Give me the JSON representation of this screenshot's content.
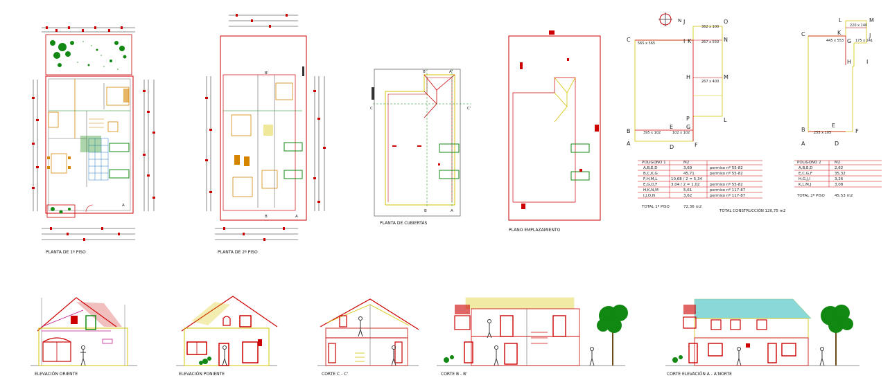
{
  "drawings": {
    "plan1_title": "PLANTA DE 1º PISO",
    "plan2_title": "PLANTA DE 2º PISO",
    "roof_title": "PLANTA DE CUBIERTAS",
    "site_title": "PLANO EMPLAZAMIENTO",
    "elev_oriente": "ELEVACIÓN ORIENTE",
    "elev_poniente": "ELEVACIÓN PONIENTE",
    "corte_cc": "CORTE C - C'",
    "corte_bb": "CORTE B - B'",
    "corte_aa": "CORTE ELEVACIÓN A - A'NORTE"
  },
  "section_marks": {
    "a": "A",
    "a2": "A'",
    "b": "B",
    "b2": "B'",
    "c": "C",
    "c2": "C'"
  },
  "polygon1": {
    "points": {
      "a": "A",
      "b": "B",
      "c": "C",
      "d": "D",
      "e": "E",
      "f": "F",
      "g": "G",
      "h": "H",
      "i": "I",
      "j": "J",
      "k": "K",
      "l": "L",
      "m": "M",
      "n": "N",
      "o": "O",
      "p": "P"
    },
    "dims": {
      "d1": "565 x 565",
      "d2": "362 x 100",
      "d3": "267 x 550",
      "d4": "267 x 400",
      "d5": "395 x 102",
      "d6": "102 x 102"
    }
  },
  "polygon2": {
    "points": {
      "a": "A",
      "b": "B",
      "c": "C",
      "d": "D",
      "e": "E",
      "f": "F",
      "g": "G",
      "h": "H",
      "i": "I",
      "j": "J",
      "k": "K",
      "l": "L",
      "m": "M"
    },
    "dims": {
      "d1": "220 x 140",
      "d2": "445 x 553",
      "d3": "175 x 241",
      "d4": "255 x 105"
    }
  },
  "table1": {
    "header": [
      "POLIGONO 1",
      "M2"
    ],
    "rows": [
      [
        "A,B,E,D",
        "3,69",
        "permiso nº 55-82"
      ],
      [
        "B,C,K,G",
        "45,71",
        "permiso nº 55-82"
      ],
      [
        "F,H,M,L",
        "10,68 / 2 = 5,34",
        ""
      ],
      [
        "E,G,O,F",
        "3,04 / 2 = 1,02",
        "permiso nº 55-82"
      ],
      [
        "H,K,N,M",
        "5,61",
        "permiso nº 117-87"
      ],
      [
        "I,J,O,N",
        "3,62",
        "permiso nº 117-87"
      ]
    ],
    "total_label": "TOTAL 1º PISO",
    "total_value": "72,36 m2"
  },
  "table2": {
    "header": [
      "POLIGONO 2",
      "M2"
    ],
    "rows": [
      [
        "A,B,E,D",
        "2,62"
      ],
      [
        "E,C,G,F",
        "35,32"
      ],
      [
        "H,G,J,I",
        "3,26"
      ],
      [
        "K,L,M,J",
        "3,08"
      ]
    ],
    "total_label": "TOTAL 2º PISO",
    "total_value": "45,53 m2"
  },
  "total_construction": "TOTAL CONSTRUCCIÓN   120,75 m2",
  "north_label": "N",
  "colors": {
    "red": "#cc0000",
    "green": "#118811",
    "yellow": "#d6c400",
    "gray": "#666666",
    "cyan": "#00a9a9",
    "orange": "#d58400",
    "magenta": "#c2188a"
  }
}
